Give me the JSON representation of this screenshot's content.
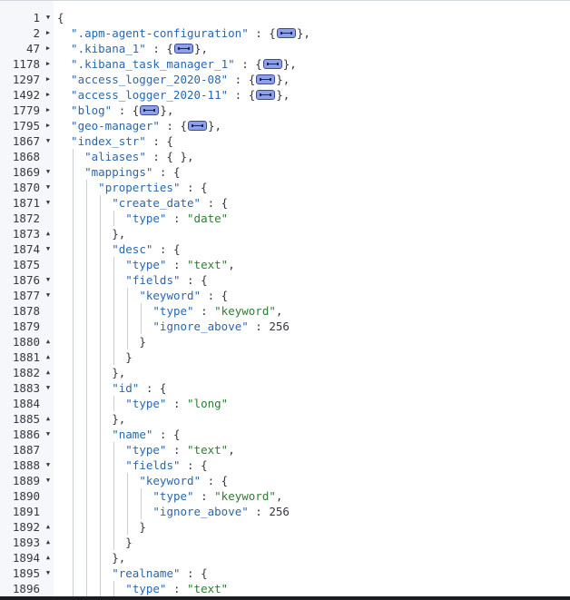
{
  "editor": {
    "lines": [
      {
        "n": "1",
        "f": "v",
        "d": 0,
        "t": [
          [
            "p",
            "{"
          ]
        ]
      },
      {
        "n": "2",
        "f": ">",
        "d": 1,
        "t": [
          [
            "k",
            "\".apm-agent-configuration\""
          ],
          [
            "p",
            " : {"
          ],
          [
            "w",
            ""
          ],
          [
            "p",
            "},"
          ]
        ]
      },
      {
        "n": "47",
        "f": ">",
        "d": 1,
        "t": [
          [
            "k",
            "\".kibana_1\""
          ],
          [
            "p",
            " : {"
          ],
          [
            "w",
            ""
          ],
          [
            "p",
            "},"
          ]
        ]
      },
      {
        "n": "1178",
        "f": ">",
        "d": 1,
        "t": [
          [
            "k",
            "\".kibana_task_manager_1\""
          ],
          [
            "p",
            " : {"
          ],
          [
            "w",
            ""
          ],
          [
            "p",
            "},"
          ]
        ]
      },
      {
        "n": "1297",
        "f": ">",
        "d": 1,
        "t": [
          [
            "k",
            "\"access_logger_2020-08\""
          ],
          [
            "p",
            " : {"
          ],
          [
            "w",
            ""
          ],
          [
            "p",
            "},"
          ]
        ]
      },
      {
        "n": "1492",
        "f": ">",
        "d": 1,
        "t": [
          [
            "k",
            "\"access_logger_2020-11\""
          ],
          [
            "p",
            " : {"
          ],
          [
            "w",
            ""
          ],
          [
            "p",
            "},"
          ]
        ]
      },
      {
        "n": "1779",
        "f": ">",
        "d": 1,
        "t": [
          [
            "k",
            "\"blog\""
          ],
          [
            "p",
            " : {"
          ],
          [
            "w",
            ""
          ],
          [
            "p",
            "},"
          ]
        ]
      },
      {
        "n": "1795",
        "f": ">",
        "d": 1,
        "t": [
          [
            "k",
            "\"geo-manager\""
          ],
          [
            "p",
            " : {"
          ],
          [
            "w",
            ""
          ],
          [
            "p",
            "},"
          ]
        ]
      },
      {
        "n": "1867",
        "f": "v",
        "d": 1,
        "t": [
          [
            "k",
            "\"index_str\""
          ],
          [
            "p",
            " : {"
          ]
        ]
      },
      {
        "n": "1868",
        "f": "",
        "d": 2,
        "t": [
          [
            "k",
            "\"aliases\""
          ],
          [
            "p",
            " : { },"
          ]
        ]
      },
      {
        "n": "1869",
        "f": "v",
        "d": 2,
        "t": [
          [
            "k",
            "\"mappings\""
          ],
          [
            "p",
            " : {"
          ]
        ]
      },
      {
        "n": "1870",
        "f": "v",
        "d": 3,
        "t": [
          [
            "k",
            "\"properties\""
          ],
          [
            "p",
            " : {"
          ]
        ]
      },
      {
        "n": "1871",
        "f": "v",
        "d": 4,
        "t": [
          [
            "k",
            "\"create_date\""
          ],
          [
            "p",
            " : {"
          ]
        ]
      },
      {
        "n": "1872",
        "f": "",
        "d": 5,
        "t": [
          [
            "k",
            "\"type\""
          ],
          [
            "p",
            " : "
          ],
          [
            "s",
            "\"date\""
          ]
        ]
      },
      {
        "n": "1873",
        "f": "^",
        "d": 4,
        "t": [
          [
            "p",
            "},"
          ]
        ]
      },
      {
        "n": "1874",
        "f": "v",
        "d": 4,
        "t": [
          [
            "k",
            "\"desc\""
          ],
          [
            "p",
            " : {"
          ]
        ]
      },
      {
        "n": "1875",
        "f": "",
        "d": 5,
        "t": [
          [
            "k",
            "\"type\""
          ],
          [
            "p",
            " : "
          ],
          [
            "s",
            "\"text\""
          ],
          [
            "p",
            ","
          ]
        ]
      },
      {
        "n": "1876",
        "f": "v",
        "d": 5,
        "t": [
          [
            "k",
            "\"fields\""
          ],
          [
            "p",
            " : {"
          ]
        ]
      },
      {
        "n": "1877",
        "f": "v",
        "d": 6,
        "t": [
          [
            "k",
            "\"keyword\""
          ],
          [
            "p",
            " : {"
          ]
        ]
      },
      {
        "n": "1878",
        "f": "",
        "d": 7,
        "t": [
          [
            "k",
            "\"type\""
          ],
          [
            "p",
            " : "
          ],
          [
            "s",
            "\"keyword\""
          ],
          [
            "p",
            ","
          ]
        ]
      },
      {
        "n": "1879",
        "f": "",
        "d": 7,
        "t": [
          [
            "k",
            "\"ignore_above\""
          ],
          [
            "p",
            " : "
          ],
          [
            "n",
            "256"
          ]
        ]
      },
      {
        "n": "1880",
        "f": "^",
        "d": 6,
        "t": [
          [
            "p",
            "}"
          ]
        ]
      },
      {
        "n": "1881",
        "f": "^",
        "d": 5,
        "t": [
          [
            "p",
            "}"
          ]
        ]
      },
      {
        "n": "1882",
        "f": "^",
        "d": 4,
        "t": [
          [
            "p",
            "},"
          ]
        ]
      },
      {
        "n": "1883",
        "f": "v",
        "d": 4,
        "t": [
          [
            "k",
            "\"id\""
          ],
          [
            "p",
            " : {"
          ]
        ]
      },
      {
        "n": "1884",
        "f": "",
        "d": 5,
        "t": [
          [
            "k",
            "\"type\""
          ],
          [
            "p",
            " : "
          ],
          [
            "s",
            "\"long\""
          ]
        ]
      },
      {
        "n": "1885",
        "f": "^",
        "d": 4,
        "t": [
          [
            "p",
            "},"
          ]
        ]
      },
      {
        "n": "1886",
        "f": "v",
        "d": 4,
        "t": [
          [
            "k",
            "\"name\""
          ],
          [
            "p",
            " : {"
          ]
        ]
      },
      {
        "n": "1887",
        "f": "",
        "d": 5,
        "t": [
          [
            "k",
            "\"type\""
          ],
          [
            "p",
            " : "
          ],
          [
            "s",
            "\"text\""
          ],
          [
            "p",
            ","
          ]
        ]
      },
      {
        "n": "1888",
        "f": "v",
        "d": 5,
        "t": [
          [
            "k",
            "\"fields\""
          ],
          [
            "p",
            " : {"
          ]
        ]
      },
      {
        "n": "1889",
        "f": "v",
        "d": 6,
        "t": [
          [
            "k",
            "\"keyword\""
          ],
          [
            "p",
            " : {"
          ]
        ]
      },
      {
        "n": "1890",
        "f": "",
        "d": 7,
        "t": [
          [
            "k",
            "\"type\""
          ],
          [
            "p",
            " : "
          ],
          [
            "s",
            "\"keyword\""
          ],
          [
            "p",
            ","
          ]
        ]
      },
      {
        "n": "1891",
        "f": "",
        "d": 7,
        "t": [
          [
            "k",
            "\"ignore_above\""
          ],
          [
            "p",
            " : "
          ],
          [
            "n",
            "256"
          ]
        ]
      },
      {
        "n": "1892",
        "f": "^",
        "d": 6,
        "t": [
          [
            "p",
            "}"
          ]
        ]
      },
      {
        "n": "1893",
        "f": "^",
        "d": 5,
        "t": [
          [
            "p",
            "}"
          ]
        ]
      },
      {
        "n": "1894",
        "f": "^",
        "d": 4,
        "t": [
          [
            "p",
            "},"
          ]
        ]
      },
      {
        "n": "1895",
        "f": "v",
        "d": 4,
        "t": [
          [
            "k",
            "\"realname\""
          ],
          [
            "p",
            " : {"
          ]
        ]
      },
      {
        "n": "1896",
        "f": "",
        "d": 5,
        "t": [
          [
            "k",
            "\"type\""
          ],
          [
            "p",
            " : "
          ],
          [
            "s",
            "\"text\""
          ]
        ]
      }
    ]
  },
  "icons": {
    "fold_open": "chevron-down-icon",
    "fold_closed": "chevron-right-icon",
    "fold_end": "chevron-up-icon",
    "fold_widget": "collapsed-object-widget-icon"
  },
  "colors": {
    "key": "#2b67ad",
    "string": "#2e7d32",
    "text": "#343741",
    "gutter_bg": "#f5f7fa",
    "fold_widget": "#8ea0e8"
  }
}
